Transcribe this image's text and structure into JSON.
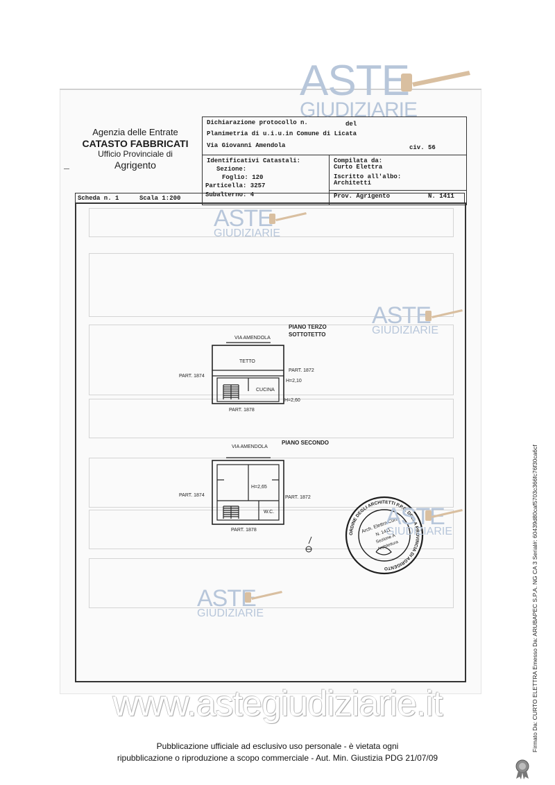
{
  "agency": {
    "line1": "Agenzia delle Entrate",
    "line2": "CATASTO FABBRICATI",
    "line3": "Ufficio Provinciale di",
    "line4": "Agrigento"
  },
  "header": {
    "dichiarazione": "Dichiarazione protocollo n.",
    "del": "del",
    "planimetria": "Planimetria di u.i.u.in Comune di Licata",
    "via": "Via Giovanni Amendola",
    "civ": "civ. 56",
    "identificativi": "Identificativi Catastali:",
    "sezione": "Sezione:",
    "foglio": "Foglio: 120",
    "particella": "Particella: 3257",
    "subalterno": "Subalterno: 4",
    "compilata": "Compilata da:",
    "compilatore": "Curto Elettra",
    "iscritto": "Iscritto all'albo:",
    "albo": "Architetti",
    "prov": "Prov. Agrigento",
    "numero": "N. 1411"
  },
  "scheda": {
    "label": "Scheda n. 1",
    "scala": "Scala 1:200"
  },
  "plan_terzo": {
    "title1": "PIANO TERZO",
    "title2": "SOTTOTETTO",
    "street": "VIA AMENDOLA",
    "tetto": "TETTO",
    "part_left": "PART. 1874",
    "part_right": "PART. 1872",
    "part_bottom": "PART. 1878",
    "cucina": "CUCINA",
    "h1": "H=2,10",
    "h2": "H=2,60"
  },
  "plan_secondo": {
    "title": "PIANO SECONDO",
    "street": "VIA AMENDOLA",
    "part_left": "PART. 1874",
    "part_right": "PART. 1872",
    "part_bottom": "PART. 1878",
    "h": "H=2,65",
    "wc": "W.C."
  },
  "stamp": {
    "ring": "ORDINE DEGLI ARCHITETTI P.P.C. DELLA PROVINCIA DI AGRIGENTO",
    "name": "Arch. Elettra Curto",
    "number": "N. 1411",
    "section": "Sezione A",
    "field": "Architettura"
  },
  "watermarks": {
    "aste": "ASTE",
    "giudiziarie": "GIUDIZIARIE",
    "site": "www.astegiudiziarie.it"
  },
  "footer": {
    "line1": "Pubblicazione ufficiale ad esclusivo uso personale - è vietata ogni",
    "line2": "ripubblicazione o riproduzione a scopo commerciale - Aut. Min. Giustizia PDG 21/07/09"
  },
  "signature": "Firmato Da: CURTO ELETTRA Emesso Da: ARUBAPEC S.P.A. NG CA 3 Serial#: 60439d80caf5703c366fc76f30ca6cf",
  "colors": {
    "watermark": "#b7c6da",
    "gavel": "#d9bfa0",
    "stamp": "#1e1e1e"
  }
}
